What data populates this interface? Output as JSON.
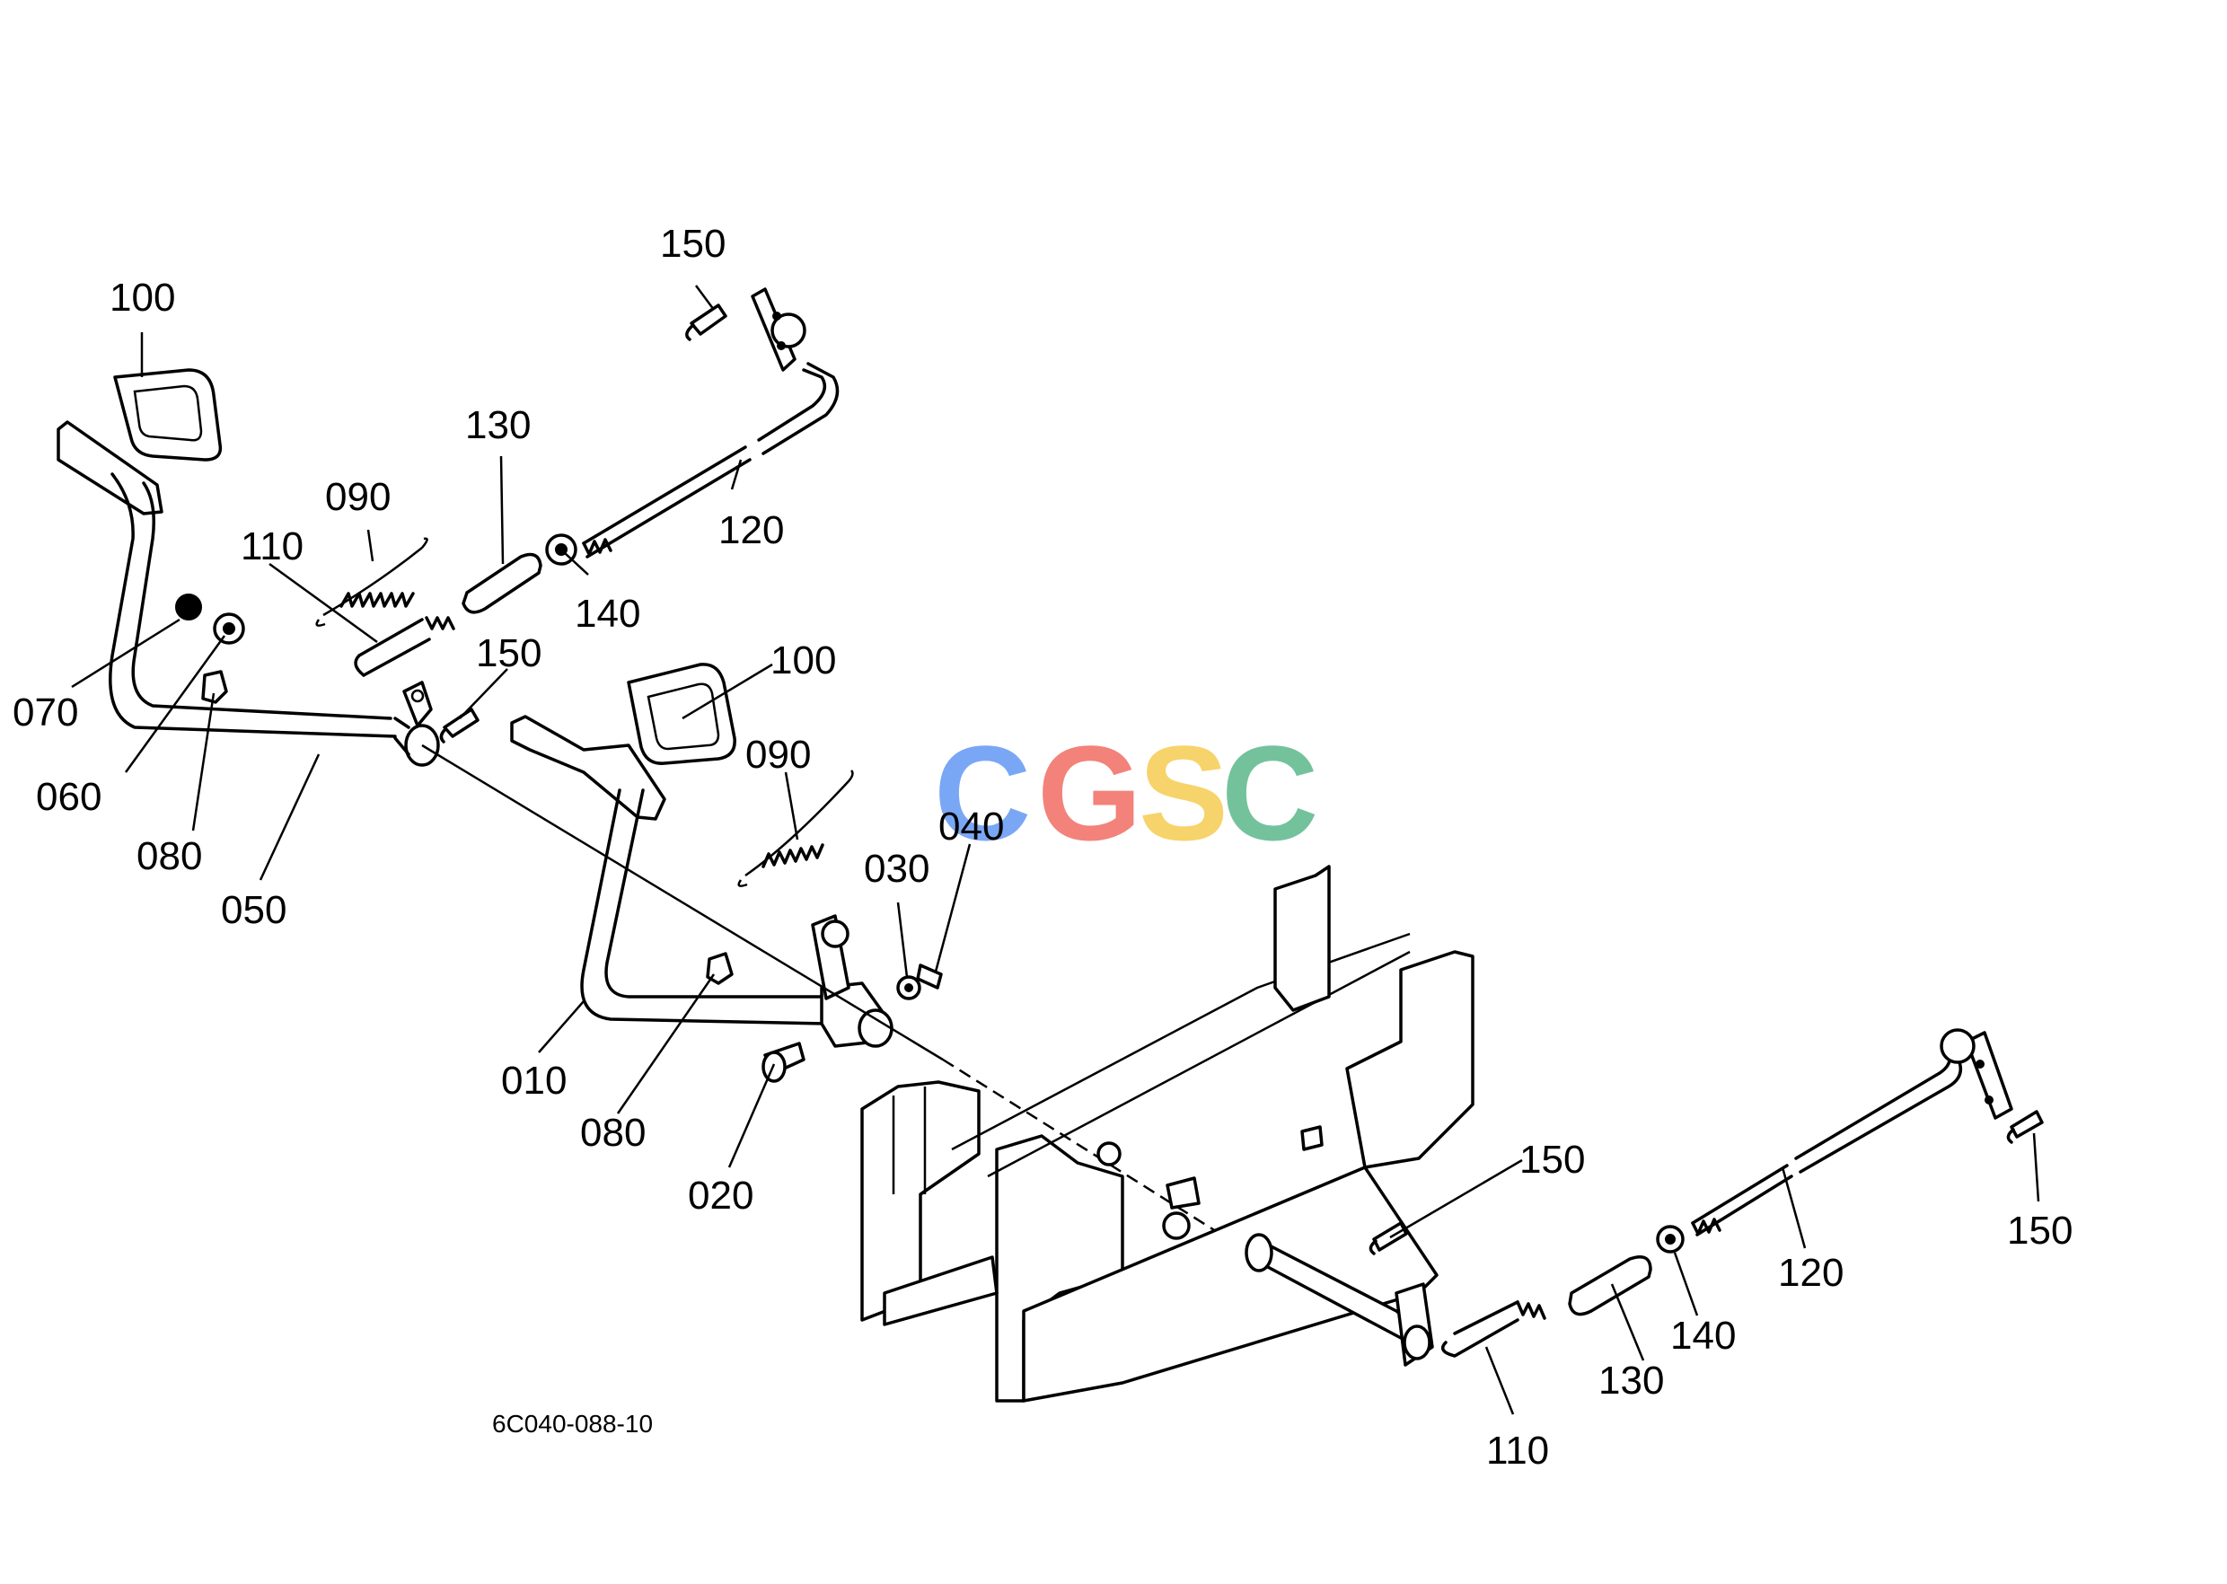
{
  "diagram": {
    "drawing_code": "6C040-088-10",
    "watermark": {
      "letters": [
        "C",
        "G",
        "S",
        "C"
      ],
      "colors": [
        "#7aa7f5",
        "#f2827a",
        "#f7d36b",
        "#74c29c"
      ]
    },
    "callouts": {
      "c150_a": "150",
      "c100_a": "100",
      "c130_a": "130",
      "c090_a": "090",
      "c110_a": "110",
      "c120_a": "120",
      "c140_a": "140",
      "c150_b": "150",
      "c070": "070",
      "c060": "060",
      "c080_a": "080",
      "c050": "050",
      "c100_b": "100",
      "c090_b": "090",
      "c040": "040",
      "c030": "030",
      "c010": "010",
      "c080_b": "080",
      "c020": "020",
      "c150_c": "150",
      "c120_b": "120",
      "c140_b": "140",
      "c130_b": "130",
      "c110_b": "110",
      "c150_d": "150"
    }
  }
}
